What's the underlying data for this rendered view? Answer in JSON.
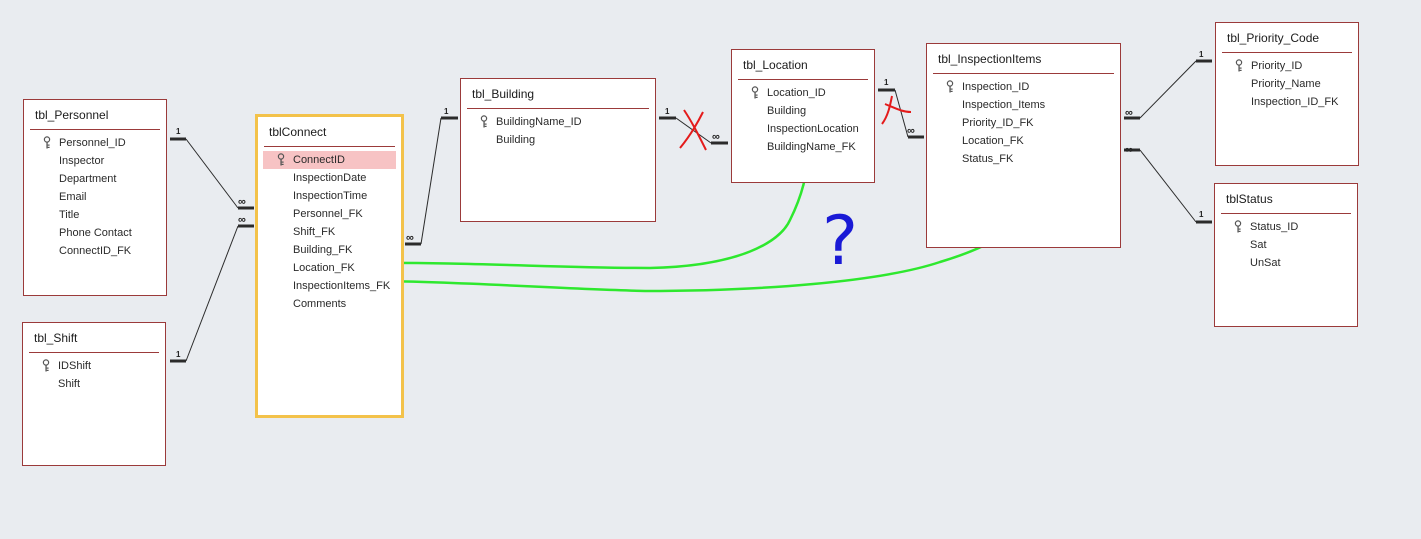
{
  "tables": {
    "personnel": {
      "title": "tbl_Personnel",
      "fields": [
        "Personnel_ID",
        "Inspector",
        "Department",
        "Email",
        "Title",
        "Phone Contact",
        "ConnectID_FK"
      ]
    },
    "shift": {
      "title": "tbl_Shift",
      "fields": [
        "IDShift",
        "Shift"
      ]
    },
    "connect": {
      "title": "tblConnect",
      "fields": [
        "ConnectID",
        "InspectionDate",
        "InspectionTime",
        "Personnel_FK",
        "Shift_FK",
        "Building_FK",
        "Location_FK",
        "InspectionItems_FK",
        "Comments"
      ]
    },
    "building": {
      "title": "tbl_Building",
      "fields": [
        "BuildingName_ID",
        "Building"
      ]
    },
    "location": {
      "title": "tbl_Location",
      "fields": [
        "Location_ID",
        "Building",
        "InspectionLocation",
        "BuildingName_FK"
      ]
    },
    "inspection_items": {
      "title": "tbl_InspectionItems",
      "fields": [
        "Inspection_ID",
        "Inspection_Items",
        "Priority_ID_FK",
        "Location_FK",
        "Status_FK"
      ]
    },
    "priority_code": {
      "title": "tbl_Priority_Code",
      "fields": [
        "Priority_ID",
        "Priority_Name",
        "Inspection_ID_FK"
      ]
    },
    "status": {
      "title": "tblStatus",
      "fields": [
        "Status_ID",
        "Sat",
        "UnSat"
      ]
    }
  },
  "relationship_labels": {
    "one": "1",
    "many": "∞"
  },
  "annotation": {
    "question_mark": "?"
  },
  "colors": {
    "background": "#e9ecf0",
    "table_border": "#9b3a3a",
    "selected_border": "#f3c24a",
    "key_highlight": "#f7c3c4",
    "annotation_green": "#2ee82e",
    "annotation_red": "#e41b1b",
    "annotation_blue": "#1a1ad6"
  }
}
